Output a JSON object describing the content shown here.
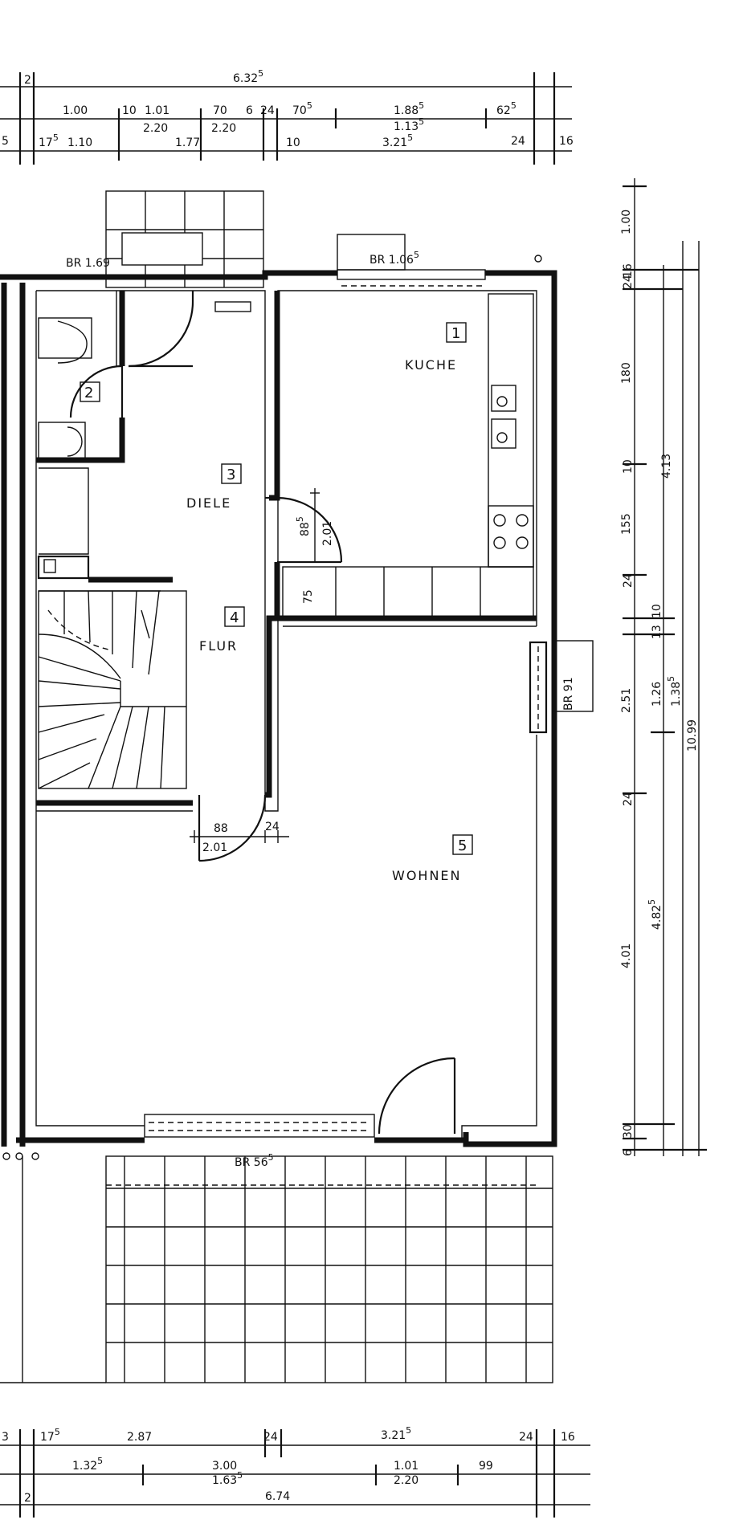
{
  "rooms": [
    {
      "number": "1",
      "name": "KUCHE"
    },
    {
      "number": "2",
      "name": ""
    },
    {
      "number": "3",
      "name": "DIELE"
    },
    {
      "number": "4",
      "name": "FLUR"
    },
    {
      "number": "5",
      "name": "WOHNEN"
    }
  ],
  "windows": {
    "br_169": "BR 1.69",
    "br_1065": "BR 1.06",
    "br_1065_sup": "5",
    "br_91": "BR 91",
    "br_565": "BR 56",
    "br_565_sup": "5"
  },
  "top_dims": {
    "total": "6.32",
    "total_sup": "5",
    "r2_a": "1.00",
    "r2_b": "10",
    "r2_c": "1.01",
    "r2_d": "70",
    "r2_e": "6",
    "r2_f": "24",
    "r2_g": "70",
    "r2_g_sup": "5",
    "r2_h": "1.88",
    "r2_h_sup": "5",
    "r2_i": "62",
    "r2_i_sup": "5",
    "r2_j": "2.20",
    "r2_k": "2.20",
    "r2_l": "1.13",
    "r2_l_sup": "5",
    "r3_a": "17",
    "r3_a_sup": "5",
    "r3_b": "1.10",
    "r3_c": "1.77",
    "r3_d": "10",
    "r3_e": "3.21",
    "r3_e_sup": "5",
    "r3_f": "24",
    "r3_g": "16",
    "r3_h": "2",
    "r3_left": "5"
  },
  "right_dims": {
    "d_100": "1.00",
    "d_16": "16",
    "d_24a": "24",
    "d_180": "180",
    "d_10": "10",
    "d_155": "155",
    "d_413": "4.13",
    "d_24b": "24",
    "d_10b": "10",
    "d_13": "13",
    "d_251": "2.51",
    "d_126": "1.26",
    "d_1385": "1.38",
    "d_1385_sup": "5",
    "d_1099": "10.99",
    "d_24c": "24",
    "d_401": "4.01",
    "d_4825": "4.82",
    "d_4825_sup": "5",
    "d_30": "30",
    "d_6": "6"
  },
  "inner_dims": {
    "door_885": "88",
    "door_885_sup": "5",
    "door_201a": "2.01",
    "d_75": "75",
    "door_88": "88",
    "door_201b": "2.01",
    "d_24": "24"
  },
  "bottom_dims": {
    "r1_a": "17",
    "r1_a_sup": "5",
    "r1_b": "2.87",
    "r1_c": "24",
    "r1_d": "3.21",
    "r1_d_sup": "5",
    "r1_e": "24",
    "r1_f": "16",
    "r1_left": "3",
    "r2_a": "1.32",
    "r2_a_sup": "5",
    "r2_b": "3.00",
    "r2_c": "1.63",
    "r2_c_sup": "5",
    "r2_d": "1.01",
    "r2_e": "2.20",
    "r2_f": "99",
    "r3_a": "2",
    "total": "6.74"
  }
}
